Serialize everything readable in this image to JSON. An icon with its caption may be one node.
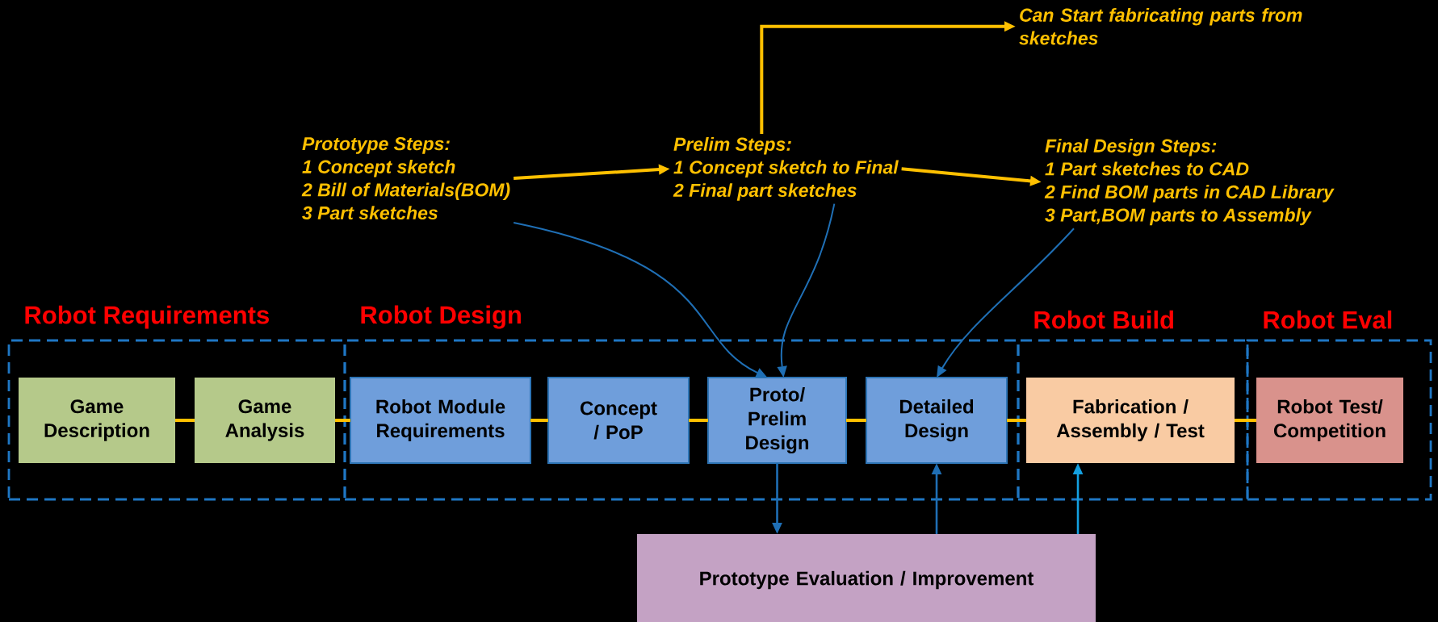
{
  "diagram": {
    "nodes": [
      {
        "text": [
          "Robot Requirements"
        ]
      },
      {
        "text": [
          "Game Description"
        ],
        "in": 0
      },
      {
        "text": [
          "Game Analysis"
        ],
        "in": 0
      },
      {
        "text": [
          "Robot Design"
        ]
      },
      {
        "text": [
          "Robot Module Requirements"
        ],
        "in": 3
      },
      {
        "text": [
          "Concept / PoP"
        ],
        "in": 3
      },
      {
        "text": [
          "Proto/ Prelim Design"
        ],
        "in": 3
      },
      {
        "text": [
          "Detailed Design"
        ],
        "in": 3
      },
      {
        "text": [
          "Robot Build"
        ]
      },
      {
        "text": [
          "Fabrication / Assembly / Test"
        ],
        "in": 8
      },
      {
        "text": [
          "Robot Eval"
        ]
      },
      {
        "text": [
          "Robot Test/ Competition"
        ],
        "in": 10
      },
      {
        "text": [
          "Prototype Evaluation / Improvement"
        ]
      },
      {
        "text": [
          "Prototype Steps:",
          "1 Concept sketch",
          "2 Bill of Materials(BOM)",
          "3 Part sketches"
        ]
      },
      {
        "text": [
          "Prelim Steps:",
          "1 Concept sketch to Final",
          "2 Final part sketches"
        ]
      },
      {
        "text": [
          "Final Design Steps:",
          "1 Part sketches to CAD",
          "2 Find BOM parts in CAD Library",
          "3 Part,BOM parts to Assembly"
        ]
      },
      {
        "text": [
          "Can Start fabricating parts from sketches"
        ]
      }
    ],
    "edges": [
      {
        "from": 1,
        "to": 2,
        "arrow": "none"
      },
      {
        "from": 2,
        "to": 4,
        "arrow": "none"
      },
      {
        "from": 4,
        "to": 5,
        "arrow": "none"
      },
      {
        "from": 5,
        "to": 6,
        "arrow": "none"
      },
      {
        "from": 6,
        "to": 7,
        "arrow": "none"
      },
      {
        "from": 7,
        "to": 9,
        "arrow": "none"
      },
      {
        "from": 9,
        "to": 11,
        "arrow": "none"
      },
      {
        "from": 13,
        "to": 14,
        "arrow": "to"
      },
      {
        "from": 14,
        "to": 15,
        "arrow": "to"
      },
      {
        "from": 14,
        "to": 16,
        "arrow": "to"
      },
      {
        "from": 13,
        "to": 6,
        "arrow": "to",
        "color": "#1f6fb5"
      },
      {
        "from": 14,
        "to": 6,
        "arrow": "to",
        "color": "#1f6fb5"
      },
      {
        "from": 15,
        "to": 7,
        "arrow": "to",
        "color": "#1f6fb5"
      },
      {
        "from": 6,
        "to": 12,
        "arrow": "to",
        "color": "#1f6fb5"
      },
      {
        "from": 12,
        "to": 7,
        "arrow": "to",
        "color": "#1f6fb5"
      },
      {
        "from": 12,
        "to": 9,
        "arrow": "to",
        "color": "#14a0e0"
      }
    ]
  }
}
